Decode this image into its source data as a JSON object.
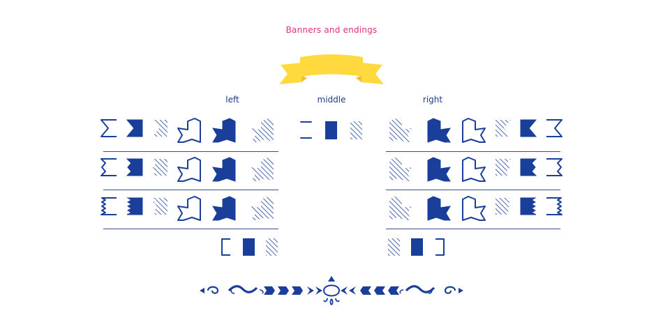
{
  "page": {
    "title": "Banners and endings",
    "columns": {
      "left": "left",
      "middle": "middle",
      "right": "right"
    }
  },
  "colors": {
    "accent_pink": "#e0307f",
    "navy": "#1a3f9a",
    "rule": "#3a4f8a",
    "banner_yellow": "#ffd93d",
    "banner_yellow_dark": "#f2c02a"
  },
  "icons": {
    "banner": "ribbon-banner-icon",
    "ending_outline": "banner-end-outline-icon",
    "ending_solid": "banner-end-solid-icon",
    "ending_hatched": "banner-end-hatched-icon",
    "fold_outline": "banner-fold-outline-icon",
    "fold_solid": "banner-fold-solid-icon",
    "fold_hatched": "banner-fold-hatched-icon",
    "middle_outline": "banner-middle-outline-icon",
    "middle_solid": "banner-middle-solid-icon",
    "middle_hatched": "banner-middle-hatched-icon",
    "ornament": "ornament-border-icon"
  }
}
